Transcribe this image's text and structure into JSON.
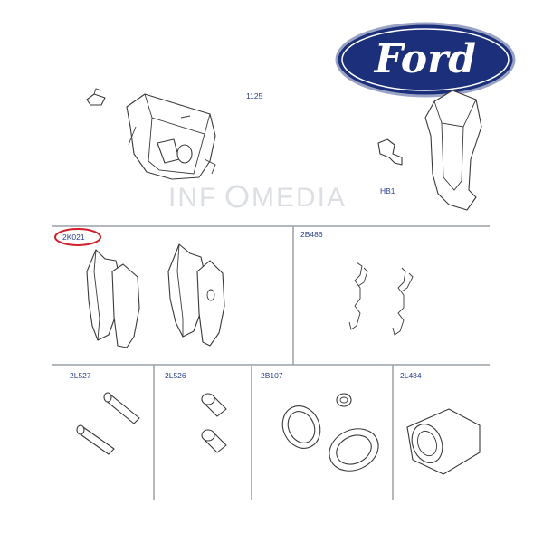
{
  "brand": {
    "logo_text": "Ford",
    "logo_color": "#1c2f7a"
  },
  "watermark": {
    "text": "INFOMEDIA",
    "color": "#dcdfe3"
  },
  "highlight_color": "#d0202a",
  "parts": {
    "caliper": "1125",
    "bracket": "HB1",
    "pads": "2K021",
    "clips": "2B486",
    "guide_pins": "2L527",
    "bushes": "2L526",
    "seal_kit": "2B107",
    "piston": "2L484"
  }
}
